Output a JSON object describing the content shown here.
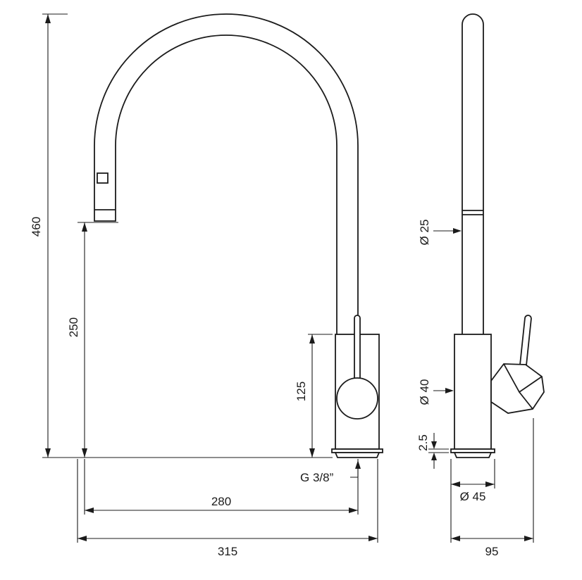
{
  "front_view": {
    "overall_height": "460",
    "spout_height": "250",
    "body_height": "125",
    "spout_reach": "280",
    "overall_width": "315",
    "connection_thread": "G 3/8”"
  },
  "side_view": {
    "spout_diameter": "Ø 25",
    "body_diameter": "Ø 40",
    "base_plate_thickness": "2.5",
    "base_diameter": "Ø 45",
    "overall_depth": "95"
  },
  "style": {
    "line_color": "#1b1b1b",
    "background_color": "#ffffff"
  }
}
